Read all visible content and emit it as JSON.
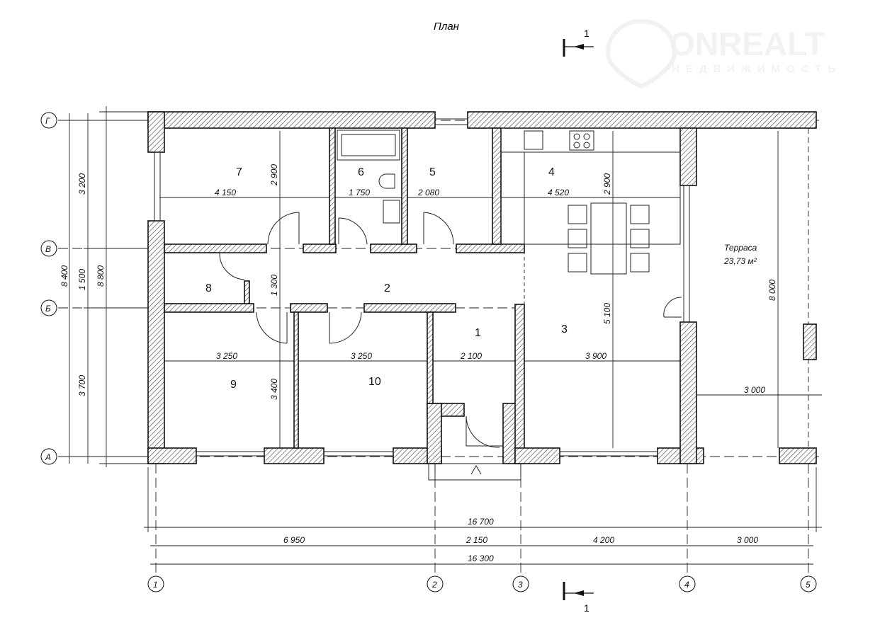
{
  "title": "План",
  "section_mark": "1",
  "watermark": {
    "brand": "ONREALT",
    "tagline": "НЕДВИЖИМОСТЬ"
  },
  "axes_rows": [
    "Г",
    "В",
    "Б",
    "А"
  ],
  "axes_cols": [
    "1",
    "2",
    "3",
    "4",
    "5"
  ],
  "rooms": [
    "1",
    "2",
    "3",
    "4",
    "5",
    "6",
    "7",
    "8",
    "9",
    "10"
  ],
  "terrace": {
    "name": "Терраса",
    "area": "23,73 м²"
  },
  "dims": {
    "room7_w": "4 150",
    "room6_w": "1 750",
    "room5_w": "2 080",
    "room4_w": "4 520",
    "room7_h": "2 900",
    "room4_h": "2 900",
    "corridor_h": "1 300",
    "room3_h": "5 100",
    "room9_w": "3 250",
    "room10_w": "3 250",
    "room1_w": "2 100",
    "room3_w": "3 900",
    "room9_h": "3 400",
    "terrace_w": "3 000",
    "terrace_h": "8 000",
    "left_3200": "3 200",
    "left_1500": "1 500",
    "left_3700": "3 700",
    "left_8400": "8 400",
    "left_8800": "8 800",
    "total_16700": "16 700",
    "seg_6950": "6 950",
    "seg_2150": "2 150",
    "seg_4200": "4 200",
    "seg_3000": "3 000",
    "total_16300": "16 300"
  }
}
